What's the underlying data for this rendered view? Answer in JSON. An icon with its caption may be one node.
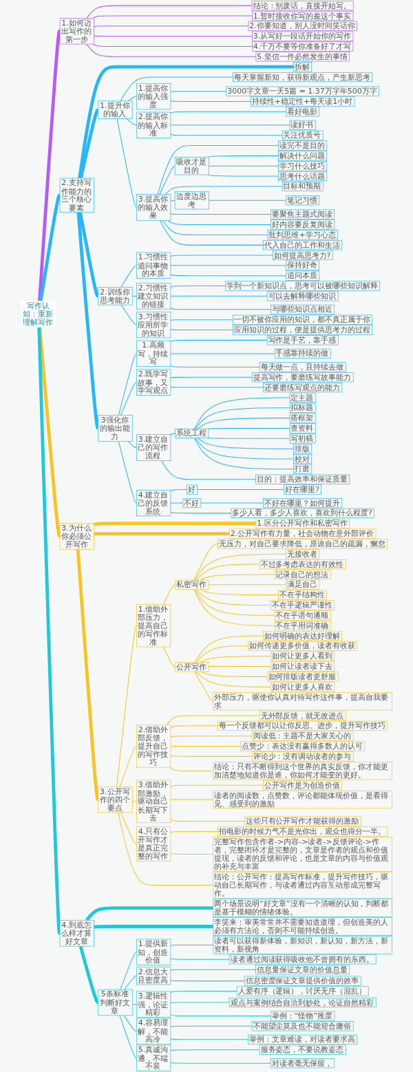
{
  "diagram": {
    "nodes": [
      {
        "text": [
          "写作认知：重新理解写作"
        ]
      },
      {
        "text": [
          "1.如何迈出写作的第一步"
        ]
      },
      {
        "text": [
          "结论：别废话，直接开始写。"
        ]
      },
      {
        "text": [
          "1.暂时接收你写的差这个事实"
        ]
      },
      {
        "text": [
          "2.你要知道，别人没时间笑话你"
        ]
      },
      {
        "text": [
          "3.从写好一段话开始你的写作"
        ]
      },
      {
        "text": [
          "4.千万不要等你准备好了才写"
        ]
      },
      {
        "text": [
          "5.坚信一件必然发生的事情"
        ]
      },
      {
        "text": [
          "2.支持写作能力的三个核心要素"
        ]
      },
      {
        "text": [
          "拆解"
        ]
      },
      {
        "text": [
          "1.提升你的输入"
        ]
      },
      {
        "text": [
          "每天掌握新知，获得新观点，产生新思考"
        ]
      },
      {
        "text": [
          "1.提高你的输入强度"
        ]
      },
      {
        "text": [
          "3000字文章一天5篇 = 1.37万字年500万字"
        ]
      },
      {
        "text": [
          "持续性+稳定性+每天读1小时"
        ]
      },
      {
        "text": [
          "2.提高你的输入标准"
        ]
      },
      {
        "text": [
          "看好电影"
        ]
      },
      {
        "text": [
          "读好书"
        ]
      },
      {
        "text": [
          "关注优质号"
        ]
      },
      {
        "text": [
          "3.提高你的输入效果"
        ]
      },
      {
        "text": [
          "读完不是目的"
        ]
      },
      {
        "text": [
          "吸收才是目的"
        ]
      },
      {
        "text": [
          "解决什么问题"
        ]
      },
      {
        "text": [
          "学习什么技巧"
        ]
      },
      {
        "text": [
          "思考什么话题"
        ]
      },
      {
        "text": [
          "目标和预期"
        ]
      },
      {
        "text": [
          "边度边思考"
        ]
      },
      {
        "text": [
          "笔记习惯"
        ]
      },
      {
        "text": [
          "要聚焦主题式阅读"
        ]
      },
      {
        "text": [
          "好内容要反复阅读"
        ]
      },
      {
        "text": [
          "批判思维+学习心态"
        ]
      },
      {
        "text": [
          "代入自己的工作和生活"
        ]
      },
      {
        "text": [
          "2.训练你思考能力"
        ]
      },
      {
        "text": [
          "1.习惯性追问事物的本质"
        ]
      },
      {
        "text": [
          "如何提高思考力?"
        ]
      },
      {
        "text": [
          "保持好奇"
        ]
      },
      {
        "text": [
          "追问本质"
        ]
      },
      {
        "text": [
          "2.习惯性建立知识的链接"
        ]
      },
      {
        "text": [
          "学到一个新知识点，思考可以被哪些知识解释"
        ]
      },
      {
        "text": [
          "可以去解释哪些知识"
        ]
      },
      {
        "text": [
          "与哪些知识点相近"
        ]
      },
      {
        "text": [
          "3.习惯性应用所学的知识"
        ]
      },
      {
        "text": [
          "一切不被你应用的知识，都不真正属于你"
        ]
      },
      {
        "text": [
          "应用知识的过程，便是提供思考力的过程"
        ]
      },
      {
        "text": [
          "3强化你的输出能力"
        ]
      },
      {
        "text": [
          "1.高频写，持续写"
        ]
      },
      {
        "text": [
          "写作是手艺，靠手感"
        ]
      },
      {
        "text": [
          "手感靠持续的做"
        ]
      },
      {
        "text": [
          "每天做一点，且持续去做"
        ]
      },
      {
        "text": [
          "2.既学写故事，又学写观点"
        ]
      },
      {
        "text": [
          "提高写作，要磨练写故事能力"
        ]
      },
      {
        "text": [
          "还要磨练写观点的能力"
        ]
      },
      {
        "text": [
          "3.建立自己的写作流程"
        ]
      },
      {
        "text": [
          "系统工程"
        ]
      },
      {
        "text": [
          "定主题"
        ]
      },
      {
        "text": [
          "拟标题"
        ]
      },
      {
        "text": [
          "搭框架"
        ]
      },
      {
        "text": [
          "查资料"
        ]
      },
      {
        "text": [
          "写初稿"
        ]
      },
      {
        "text": [
          "排版"
        ]
      },
      {
        "text": [
          "校对"
        ]
      },
      {
        "text": [
          "打磨"
        ]
      },
      {
        "text": [
          "目的：提高效率和保证质量"
        ]
      },
      {
        "text": [
          "4.建立自己的反馈系统"
        ]
      },
      {
        "text": [
          "好"
        ]
      },
      {
        "text": [
          "好在哪里?"
        ]
      },
      {
        "text": [
          "不好"
        ]
      },
      {
        "text": [
          "不好在哪里？如何提升"
        ]
      },
      {
        "text": [
          "多少人看，多少人喜欢，喜欢到什么程度?"
        ]
      },
      {
        "text": [
          "3.为什么你必须公开写作"
        ]
      },
      {
        "text": [
          "1.区分公开写作和私密写作"
        ]
      },
      {
        "text": [
          "2.公开写作有力量，社会动物在意外部评价"
        ]
      },
      {
        "text": [
          "3.公开写作的四个要点"
        ]
      },
      {
        "text": [
          "1.借助外部压力，提高自己的写作标准"
        ]
      },
      {
        "text": [
          "私密写作"
        ]
      },
      {
        "text": [
          "无压力，对自己要求降低，原谅自己的疏漏，懈怠"
        ]
      },
      {
        "text": [
          "无接收者"
        ]
      },
      {
        "text": [
          "不过多考虑表达的有效性"
        ]
      },
      {
        "text": [
          "记录自己的想法"
        ]
      },
      {
        "text": [
          "满足自己"
        ]
      },
      {
        "text": [
          "不在乎结构性"
        ]
      },
      {
        "text": [
          "不在乎逻辑严谨性"
        ]
      },
      {
        "text": [
          "不在乎语句通顺"
        ]
      },
      {
        "text": [
          "不在乎用词准确"
        ]
      },
      {
        "text": [
          "公开写作"
        ]
      },
      {
        "text": [
          "如何明确的表达好理解"
        ]
      },
      {
        "text": [
          "如何传递更多价值，读者有收获"
        ]
      },
      {
        "text": [
          "如何让更多人看到"
        ]
      },
      {
        "text": [
          "如何让读者读下去"
        ]
      },
      {
        "text": [
          "如何排版读者更舒服"
        ]
      },
      {
        "text": [
          "如何让更多人喜欢"
        ]
      },
      {
        "text": [
          "外部压力，驱使你认真对待写作这件事，提高自我要求"
        ]
      },
      {
        "text": [
          "2.借助外部反馈，提升自己的写作技巧"
        ]
      },
      {
        "text": [
          "无外部反馈，就无改进点"
        ]
      },
      {
        "text": [
          "每一个反馈都可以让你反思、进步，提升写作技巧"
        ]
      },
      {
        "text": [
          "阅读低：主题不是大家关心的"
        ]
      },
      {
        "text": [
          "点赞少：表达没有赢得多数人的认可"
        ]
      },
      {
        "text": [
          "评论少：没有调动读者的参与"
        ]
      },
      {
        "text": [
          "结论：只有不断得到这个世界的真实反馈，你才能更加清楚地知道你是谁，你如何才能变的更好。"
        ]
      },
      {
        "text": [
          "3.借助外部激励，驱动自己长期写下去"
        ]
      },
      {
        "text": [
          "公开写作是为创造价值"
        ]
      },
      {
        "text": [
          "读者的阅读数，点赞数，评论都能体现价值，是看得见、感受到的激励"
        ]
      },
      {
        "text": [
          "这些只有公开写作才能获得的激励"
        ]
      },
      {
        "text": [
          "4.只有公开写作才是真正完整的写作"
        ]
      },
      {
        "text": [
          "拍电影的时候力气不是光你出，观众也得分一半。"
        ]
      },
      {
        "text": [
          "完整写作包含作者->内容->读者->反馈评论->作者，完整闭环才是完整的，文章是作者的观点和价值提现，读者的反馈和评论，也是文章的内容与价值观的补充与丰富"
        ]
      },
      {
        "text": [
          "结论：公开写作：提高写作标准，提升写作技巧，驱动自己长期写作，与读者通过内容互动形成完整写作。"
        ]
      },
      {
        "text": [
          "4.到底怎么样才算好文章"
        ]
      },
      {
        "text": [
          "两个场景说明“好文章”没有一个清晰的认知，判断都是基于模糊的情绪体验。"
        ]
      },
      {
        "text": [
          "李笑来：审美常常并不需要知道道理，但创造美的人必须有方法论，否则不可能持续创造。"
        ]
      },
      {
        "text": [
          "5条标准判断好文章"
        ]
      },
      {
        "text": [
          "1.提供新知，创造价值"
        ]
      },
      {
        "text": [
          "读者可以获得新体验，新知识，新认知，新方法，新资料，新视角"
        ]
      },
      {
        "text": [
          "读者通过阅读获得吸收他不曾拥有的东西。"
        ]
      },
      {
        "text": [
          "2.信息大且密度高"
        ]
      },
      {
        "text": [
          "信息量保证文章的价值总量"
        ]
      },
      {
        "text": [
          "信息密度保证文章提供价值的效率"
        ]
      },
      {
        "text": [
          "3.逻辑性强，论证精彩"
        ]
      },
      {
        "text": [
          "人爱有序（逻辑），讨厌无序（混乱）"
        ]
      },
      {
        "text": [
          "观点与案例结合自洽到妙处，论证自然精彩"
        ]
      },
      {
        "text": [
          "举例：“怪物”推度"
        ]
      },
      {
        "text": [
          "4.容易理解，不能高冷"
        ]
      },
      {
        "text": [
          "不能望尘莫及也不能迎合庸俗"
        ]
      },
      {
        "text": [
          "举例：文章难读，对读者要求高"
        ]
      },
      {
        "text": [
          "5.真诚沟通，不端不装"
        ]
      },
      {
        "text": [
          "服务姿态，不要说教姿态"
        ]
      },
      {
        "text": [
          "对读者毫无保留，"
        ]
      }
    ],
    "edges": [
      {
        "from": 0,
        "to": 1,
        "arrow": "none",
        "style": "thick",
        "color": "#b65cf2"
      },
      {
        "from": 1,
        "to": 2,
        "arrow": "none",
        "color": "#b65cf2"
      },
      {
        "from": 1,
        "to": 3,
        "arrow": "none",
        "color": "#b65cf2"
      },
      {
        "from": 1,
        "to": 4,
        "arrow": "none",
        "color": "#b65cf2"
      },
      {
        "from": 1,
        "to": 5,
        "arrow": "none",
        "color": "#b65cf2"
      },
      {
        "from": 1,
        "to": 6,
        "arrow": "none",
        "color": "#b65cf2"
      },
      {
        "from": 1,
        "to": 7,
        "arrow": "none",
        "color": "#b65cf2"
      },
      {
        "from": 0,
        "to": 8,
        "arrow": "none",
        "style": "thick"
      },
      {
        "from": 8,
        "to": 9,
        "arrow": "none",
        "style": "thick"
      },
      {
        "from": 8,
        "to": 10,
        "arrow": "none",
        "style": "thick"
      },
      {
        "from": 10,
        "to": 11,
        "arrow": "none"
      },
      {
        "from": 10,
        "to": 12,
        "arrow": "none"
      },
      {
        "from": 12,
        "to": 13,
        "arrow": "none"
      },
      {
        "from": 12,
        "to": 14,
        "arrow": "none"
      },
      {
        "from": 10,
        "to": 15,
        "arrow": "none"
      },
      {
        "from": 15,
        "to": 16,
        "arrow": "none"
      },
      {
        "from": 15,
        "to": 17,
        "arrow": "none"
      },
      {
        "from": 15,
        "to": 18,
        "arrow": "none"
      },
      {
        "from": 10,
        "to": 19,
        "arrow": "none"
      },
      {
        "from": 19,
        "to": 20,
        "arrow": "none"
      },
      {
        "from": 19,
        "to": 21,
        "arrow": "none"
      },
      {
        "from": 21,
        "to": 22,
        "arrow": "none"
      },
      {
        "from": 21,
        "to": 23,
        "arrow": "none"
      },
      {
        "from": 21,
        "to": 24,
        "arrow": "none"
      },
      {
        "from": 19,
        "to": 25,
        "arrow": "none"
      },
      {
        "from": 19,
        "to": 26,
        "arrow": "none"
      },
      {
        "from": 26,
        "to": 27,
        "arrow": "none"
      },
      {
        "from": 19,
        "to": 28,
        "arrow": "none"
      },
      {
        "from": 19,
        "to": 29,
        "arrow": "none"
      },
      {
        "from": 19,
        "to": 30,
        "arrow": "none"
      },
      {
        "from": 19,
        "to": 31,
        "arrow": "none"
      },
      {
        "from": 8,
        "to": 32,
        "arrow": "none",
        "style": "thick"
      },
      {
        "from": 32,
        "to": 33,
        "arrow": "none"
      },
      {
        "from": 33,
        "to": 34,
        "arrow": "none"
      },
      {
        "from": 33,
        "to": 35,
        "arrow": "none"
      },
      {
        "from": 33,
        "to": 36,
        "arrow": "none"
      },
      {
        "from": 32,
        "to": 37,
        "arrow": "none"
      },
      {
        "from": 37,
        "to": 38,
        "arrow": "none"
      },
      {
        "from": 37,
        "to": 39,
        "arrow": "none"
      },
      {
        "from": 37,
        "to": 40,
        "arrow": "none"
      },
      {
        "from": 32,
        "to": 41,
        "arrow": "none"
      },
      {
        "from": 41,
        "to": 42,
        "arrow": "none"
      },
      {
        "from": 41,
        "to": 43,
        "arrow": "none"
      },
      {
        "from": 8,
        "to": 44,
        "arrow": "none",
        "style": "thick"
      },
      {
        "from": 44,
        "to": 45,
        "arrow": "none"
      },
      {
        "from": 45,
        "to": 46,
        "arrow": "none"
      },
      {
        "from": 45,
        "to": 47,
        "arrow": "none"
      },
      {
        "from": 45,
        "to": 48,
        "arrow": "none"
      },
      {
        "from": 44,
        "to": 49,
        "arrow": "none"
      },
      {
        "from": 49,
        "to": 50,
        "arrow": "none"
      },
      {
        "from": 49,
        "to": 51,
        "arrow": "none"
      },
      {
        "from": 44,
        "to": 52,
        "arrow": "none"
      },
      {
        "from": 52,
        "to": 53,
        "arrow": "none"
      },
      {
        "from": 53,
        "to": 54,
        "arrow": "none"
      },
      {
        "from": 53,
        "to": 55,
        "arrow": "none"
      },
      {
        "from": 53,
        "to": 56,
        "arrow": "none"
      },
      {
        "from": 53,
        "to": 57,
        "arrow": "none"
      },
      {
        "from": 53,
        "to": 58,
        "arrow": "none"
      },
      {
        "from": 53,
        "to": 59,
        "arrow": "none"
      },
      {
        "from": 53,
        "to": 60,
        "arrow": "none"
      },
      {
        "from": 53,
        "to": 61,
        "arrow": "none"
      },
      {
        "from": 52,
        "to": 62,
        "arrow": "none"
      },
      {
        "from": 44,
        "to": 63,
        "arrow": "none"
      },
      {
        "from": 63,
        "to": 64,
        "arrow": "none"
      },
      {
        "from": 64,
        "to": 65,
        "arrow": "none"
      },
      {
        "from": 63,
        "to": 66,
        "arrow": "none"
      },
      {
        "from": 66,
        "to": 67,
        "arrow": "none"
      },
      {
        "from": 63,
        "to": 68,
        "arrow": "none"
      },
      {
        "from": 0,
        "to": 69,
        "arrow": "none",
        "style": "thick",
        "color": "#f7c325"
      },
      {
        "from": 69,
        "to": 70,
        "arrow": "none",
        "style": "thick",
        "color": "#f7c325"
      },
      {
        "from": 69,
        "to": 71,
        "arrow": "none",
        "style": "thick",
        "color": "#f7c325"
      },
      {
        "from": 69,
        "to": 72,
        "arrow": "none",
        "style": "thick",
        "color": "#f7c325"
      },
      {
        "from": 72,
        "to": 73,
        "arrow": "none",
        "color": "#f7c325"
      },
      {
        "from": 73,
        "to": 74,
        "arrow": "none",
        "color": "#f7c325"
      },
      {
        "from": 74,
        "to": 75,
        "arrow": "none",
        "color": "#f7c325"
      },
      {
        "from": 74,
        "to": 76,
        "arrow": "none",
        "color": "#f7c325"
      },
      {
        "from": 74,
        "to": 77,
        "arrow": "none",
        "color": "#f7c325"
      },
      {
        "from": 74,
        "to": 78,
        "arrow": "none",
        "color": "#f7c325"
      },
      {
        "from": 74,
        "to": 79,
        "arrow": "none",
        "color": "#f7c325"
      },
      {
        "from": 74,
        "to": 80,
        "arrow": "none",
        "color": "#f7c325"
      },
      {
        "from": 74,
        "to": 81,
        "arrow": "none",
        "color": "#f7c325"
      },
      {
        "from": 74,
        "to": 82,
        "arrow": "none",
        "color": "#f7c325"
      },
      {
        "from": 74,
        "to": 83,
        "arrow": "none",
        "color": "#f7c325"
      },
      {
        "from": 73,
        "to": 84,
        "arrow": "none",
        "color": "#f7c325"
      },
      {
        "from": 84,
        "to": 85,
        "arrow": "none",
        "color": "#f7c325"
      },
      {
        "from": 84,
        "to": 86,
        "arrow": "none",
        "color": "#f7c325"
      },
      {
        "from": 84,
        "to": 87,
        "arrow": "none",
        "color": "#f7c325"
      },
      {
        "from": 84,
        "to": 88,
        "arrow": "none",
        "color": "#f7c325"
      },
      {
        "from": 84,
        "to": 89,
        "arrow": "none",
        "color": "#f7c325"
      },
      {
        "from": 84,
        "to": 90,
        "arrow": "none",
        "color": "#f7c325"
      },
      {
        "from": 84,
        "to": 91,
        "arrow": "none",
        "color": "#f7c325"
      },
      {
        "from": 72,
        "to": 92,
        "arrow": "none",
        "color": "#f7c325"
      },
      {
        "from": 92,
        "to": 93,
        "arrow": "none",
        "color": "#f7c325"
      },
      {
        "from": 92,
        "to": 94,
        "arrow": "none",
        "color": "#f7c325"
      },
      {
        "from": 92,
        "to": 95,
        "arrow": "none",
        "color": "#f7c325"
      },
      {
        "from": 92,
        "to": 96,
        "arrow": "none",
        "color": "#f7c325"
      },
      {
        "from": 92,
        "to": 97,
        "arrow": "none",
        "color": "#f7c325"
      },
      {
        "from": 92,
        "to": 98,
        "arrow": "none",
        "color": "#f7c325"
      },
      {
        "from": 72,
        "to": 99,
        "arrow": "none",
        "color": "#f7c325"
      },
      {
        "from": 99,
        "to": 100,
        "arrow": "none",
        "color": "#f7c325"
      },
      {
        "from": 99,
        "to": 101,
        "arrow": "none",
        "color": "#f7c325"
      },
      {
        "from": 99,
        "to": 102,
        "arrow": "none",
        "color": "#f7c325"
      },
      {
        "from": 72,
        "to": 103,
        "arrow": "none",
        "color": "#f7c325"
      },
      {
        "from": 103,
        "to": 104,
        "arrow": "none",
        "color": "#f7c325"
      },
      {
        "from": 103,
        "to": 105,
        "arrow": "none",
        "color": "#f7c325"
      },
      {
        "from": 72,
        "to": 106,
        "arrow": "none",
        "color": "#f7c325"
      },
      {
        "from": 0,
        "to": 107,
        "arrow": "none",
        "style": "thick",
        "color": "#22c8d8"
      },
      {
        "from": 107,
        "to": 108,
        "arrow": "none",
        "style": "thick",
        "color": "#22c8d8"
      },
      {
        "from": 107,
        "to": 109,
        "arrow": "none",
        "style": "thick",
        "color": "#22c8d8"
      },
      {
        "from": 107,
        "to": 110,
        "arrow": "none",
        "style": "thick",
        "color": "#22c8d8"
      },
      {
        "from": 110,
        "to": 111,
        "arrow": "none",
        "color": "#22c8d8"
      },
      {
        "from": 111,
        "to": 112,
        "arrow": "none",
        "color": "#22c8d8"
      },
      {
        "from": 111,
        "to": 113,
        "arrow": "none",
        "color": "#22c8d8"
      },
      {
        "from": 110,
        "to": 114,
        "arrow": "none",
        "color": "#22c8d8"
      },
      {
        "from": 114,
        "to": 115,
        "arrow": "none",
        "color": "#22c8d8"
      },
      {
        "from": 114,
        "to": 116,
        "arrow": "none",
        "color": "#22c8d8"
      },
      {
        "from": 110,
        "to": 117,
        "arrow": "none",
        "color": "#22c8d8"
      },
      {
        "from": 117,
        "to": 118,
        "arrow": "none",
        "color": "#22c8d8"
      },
      {
        "from": 117,
        "to": 119,
        "arrow": "none",
        "color": "#22c8d8"
      },
      {
        "from": 117,
        "to": 120,
        "arrow": "none",
        "color": "#22c8d8"
      },
      {
        "from": 110,
        "to": 121,
        "arrow": "none",
        "color": "#22c8d8"
      },
      {
        "from": 121,
        "to": 122,
        "arrow": "none",
        "color": "#22c8d8"
      },
      {
        "from": 121,
        "to": 123,
        "arrow": "none",
        "color": "#22c8d8"
      },
      {
        "from": 110,
        "to": 124,
        "arrow": "none",
        "color": "#22c8d8"
      },
      {
        "from": 124,
        "to": 125,
        "arrow": "none",
        "color": "#22c8d8"
      },
      {
        "from": 124,
        "to": 126,
        "arrow": "none",
        "color": "#22c8d8"
      }
    ]
  }
}
